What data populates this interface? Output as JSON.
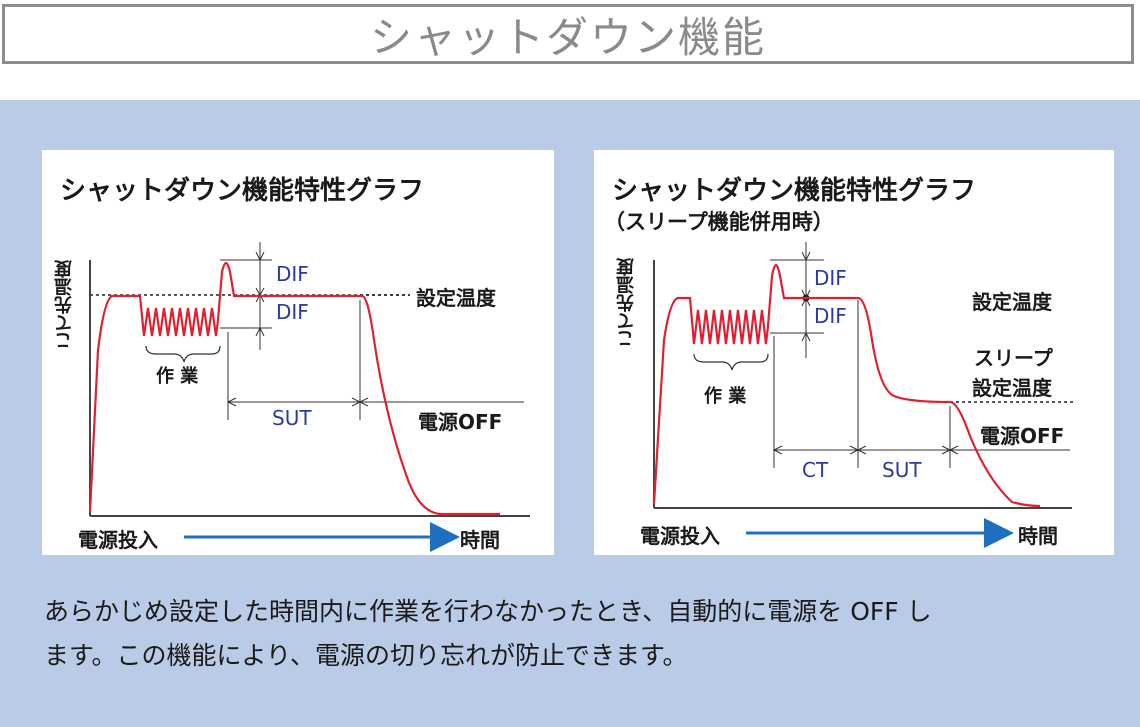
{
  "page_title": "シャットダウン機能",
  "graph_left": {
    "title": "シャットダウン機能特性グラフ",
    "y_axis_label": "温度",
    "y_axis_label_small": "こて先",
    "x_axis_start_label": "電源投入",
    "x_axis_end_label": "時間",
    "set_temp_label": "設定温度",
    "dif_upper": "DIF",
    "dif_lower": "DIF",
    "work_label": "作 業",
    "sut_label": "SUT",
    "power_off_label": "電源OFF"
  },
  "graph_right": {
    "title": "シャットダウン機能特性グラフ",
    "subtitle": "（スリープ機能併用時）",
    "y_axis_label": "温度",
    "y_axis_label_small": "こて先",
    "x_axis_start_label": "電源投入",
    "x_axis_end_label": "時間",
    "set_temp_label": "設定温度",
    "sleep_label_line1": "スリープ",
    "sleep_label_line2": "設定温度",
    "dif_upper": "DIF",
    "dif_lower": "DIF",
    "work_label": "作 業",
    "ct_label": "CT",
    "sut_label": "SUT",
    "power_off_label": "電源OFF"
  },
  "description": {
    "line1": "あらかじめ設定した時間内に作業を行わなかったとき、自動的に電源を OFF し",
    "line2": "ます。この機能により、電源の切り忘れが防止できます。"
  },
  "colors": {
    "curve": "#e02030",
    "arrow": "#1f6fc0",
    "dif_text": "#2a3aa0",
    "panel": "#b9cbe6"
  }
}
